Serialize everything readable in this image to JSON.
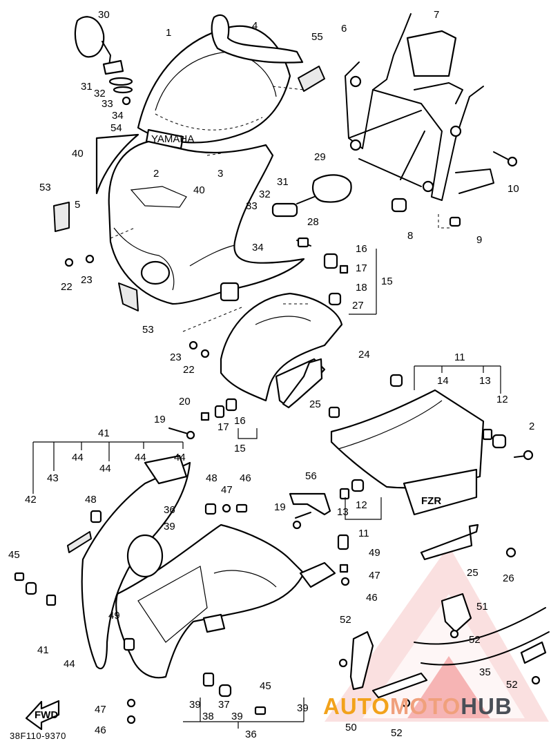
{
  "diagram": {
    "reference_code": "38F110-9370",
    "fwd_label": "FWD",
    "logo_text": "YAMAHA",
    "badge_text": "FZR",
    "watermark": {
      "part1": "AUTO",
      "part2": "MOTO",
      "part3": "HUB"
    },
    "callouts": {
      "c1": "1",
      "c30": "30",
      "c4": "4",
      "c55": "55",
      "c6": "6",
      "c7": "7",
      "c31a": "31",
      "c32a": "32",
      "c33a": "33",
      "c34a": "34",
      "c54": "54",
      "c40a": "40",
      "c2a": "2",
      "c3": "3",
      "c29": "29",
      "c10": "10",
      "c53a": "53",
      "c5": "5",
      "c40b": "40",
      "c31b": "31",
      "c32b": "32",
      "c33b": "33",
      "c34b": "34",
      "c8": "8",
      "c9": "9",
      "c28": "28",
      "c22a": "22",
      "c23a": "23",
      "c16a": "16",
      "c17a": "17",
      "c15a": "15",
      "c18": "18",
      "c27": "27",
      "c53b": "53",
      "c23b": "23",
      "c22b": "22",
      "c20": "20",
      "c19a": "19",
      "c17b": "17",
      "c16b": "16",
      "c15b": "15",
      "c25a": "25",
      "c24": "24",
      "c11a": "11",
      "c14": "14",
      "c13a": "13",
      "c12a": "12",
      "c2b": "2",
      "c41a": "41",
      "c42": "42",
      "c43": "43",
      "c44a": "44",
      "c44b": "44",
      "c44c": "44",
      "c44d": "44",
      "c48a": "48",
      "c48b": "48",
      "c46a": "46",
      "c47a": "47",
      "c36a": "36",
      "c39a": "39",
      "c56": "56",
      "c19b": "19",
      "c13b": "13",
      "c12b": "12",
      "c11b": "11",
      "c45a": "45",
      "c49a": "49",
      "c47b": "47",
      "c46b": "46",
      "c25b": "25",
      "c26": "26",
      "c49b": "49",
      "c41b": "41",
      "c44e": "44",
      "c51": "51",
      "c52a": "52",
      "c52b": "52",
      "c35": "35",
      "c52c": "52",
      "c45b": "45",
      "c47c": "47",
      "c39b": "39",
      "c38": "38",
      "c37": "37",
      "c39c": "39",
      "c39d": "39",
      "c36b": "36",
      "c50": "50",
      "c46c": "46",
      "c52d": "52"
    }
  }
}
